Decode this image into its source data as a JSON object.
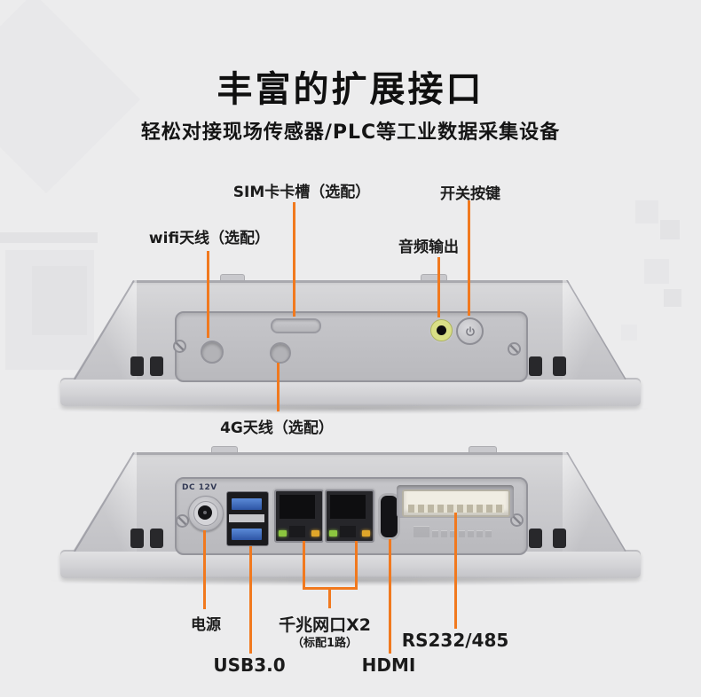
{
  "page": {
    "title": "丰富的扩展接口",
    "subtitle": "轻松对接现场传感器/PLC等工业数据采集设备"
  },
  "colors": {
    "accent_orange": "#F1791E",
    "background": "#ECECED",
    "usb_blue": "#3566B8",
    "audio_ring_green": "#D9DF86",
    "lan_led_green": "#8CC63F",
    "lan_led_amber": "#E0A62A"
  },
  "icons": {
    "power_button_glyph": "power-symbol"
  },
  "top_view": {
    "callout_wifi": "wifi天线（选配）",
    "callout_sim": "SIM卡卡槽（选配）",
    "callout_audio": "音频输出",
    "callout_power_button": "开关按键",
    "callout_4g": "4G天线（选配）"
  },
  "bottom_view": {
    "panel_print_dc": "DC 12V",
    "callout_power": "电源",
    "callout_usb": "USB3.0",
    "callout_lan": "千兆网口X2",
    "callout_lan_sub": "（标配1路）",
    "callout_hdmi": "HDMI",
    "callout_rs232": "RS232/485"
  }
}
